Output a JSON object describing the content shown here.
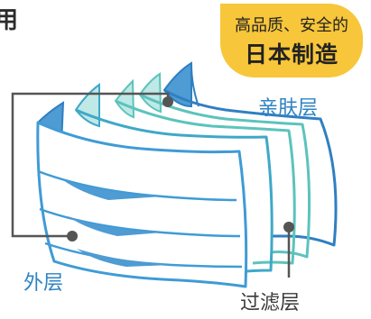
{
  "header": {
    "partial_title": "用"
  },
  "badge": {
    "line1": "高品质、安全的",
    "line2": "日本制造",
    "color": "#f7c63a"
  },
  "layers": {
    "inner": "亲肤层",
    "outer": "外层",
    "filter": "过滤层"
  },
  "colors": {
    "outer_blue": "#3f9bd6",
    "teal": "#6dccc6",
    "label_blue": "#2d83c4",
    "leader_gray": "#555555"
  }
}
